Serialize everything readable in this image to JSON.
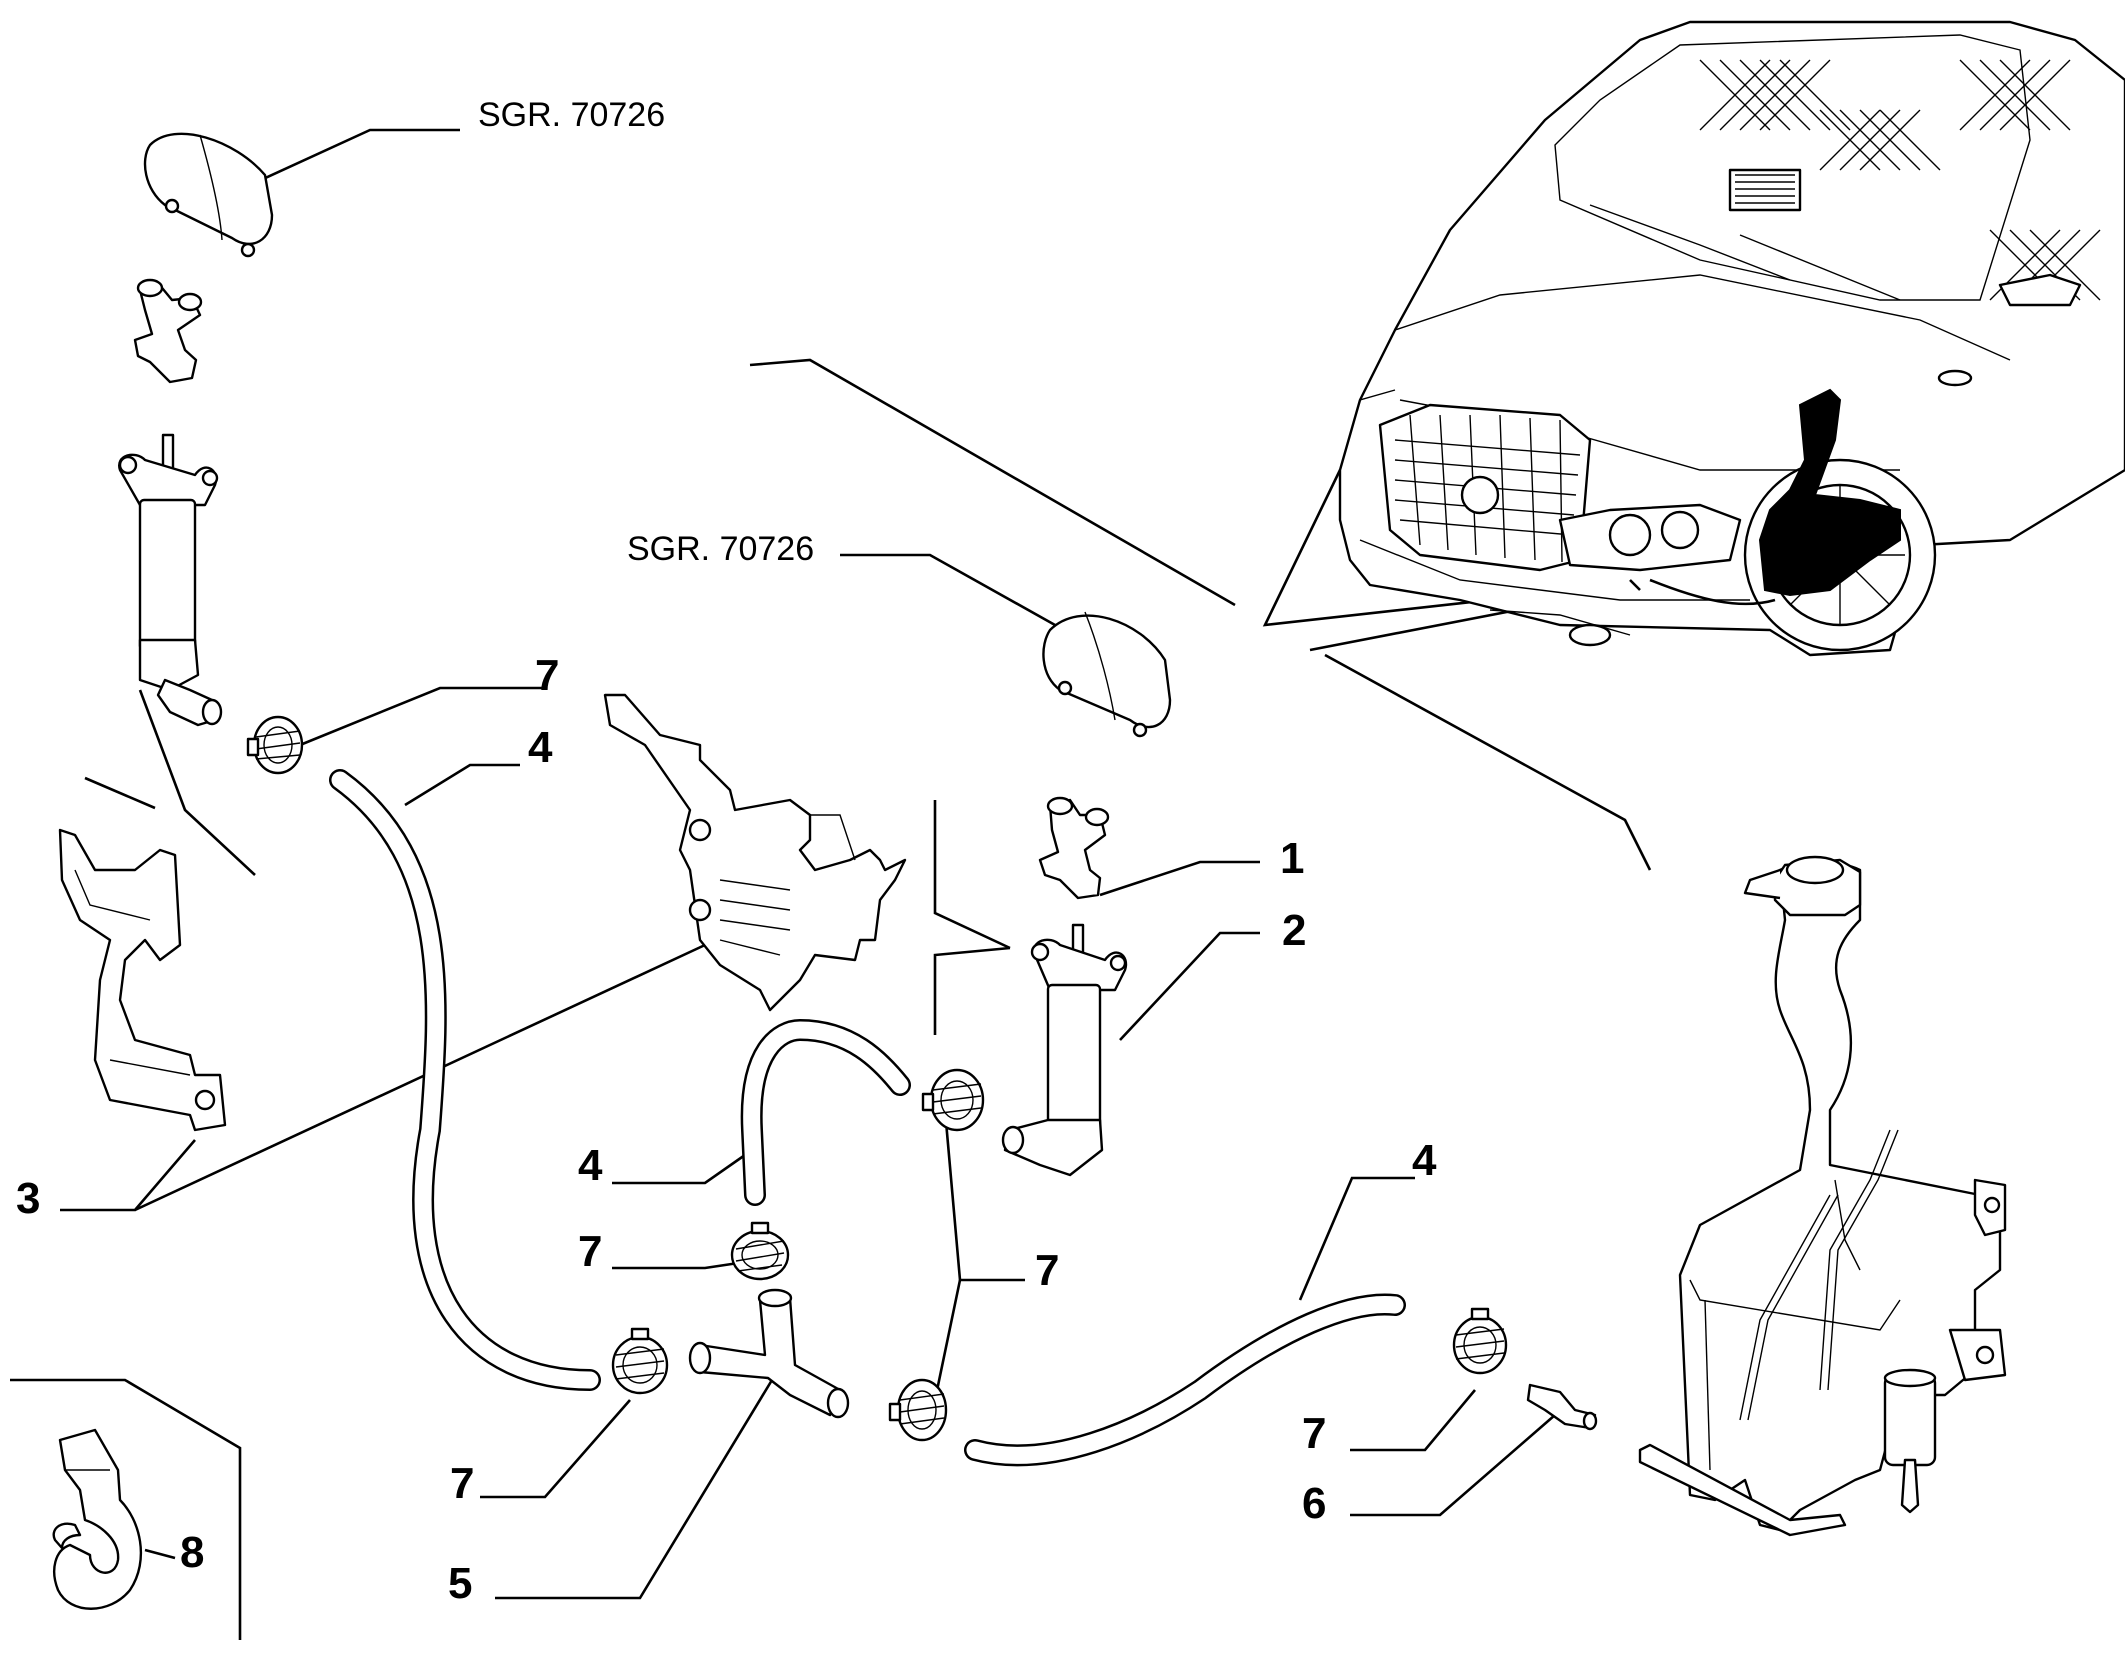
{
  "diagram": {
    "reference_labels": [
      "SGR. 70726",
      "SGR. 70726"
    ],
    "callouts": {
      "c1": "1",
      "c2": "2",
      "c3": "3",
      "c4a": "4",
      "c4b": "4",
      "c4c": "4",
      "c5": "5",
      "c6": "6",
      "c7a": "7",
      "c7b": "7",
      "c7c": "7",
      "c7d": "7",
      "c7e": "7",
      "c8": "8"
    }
  }
}
